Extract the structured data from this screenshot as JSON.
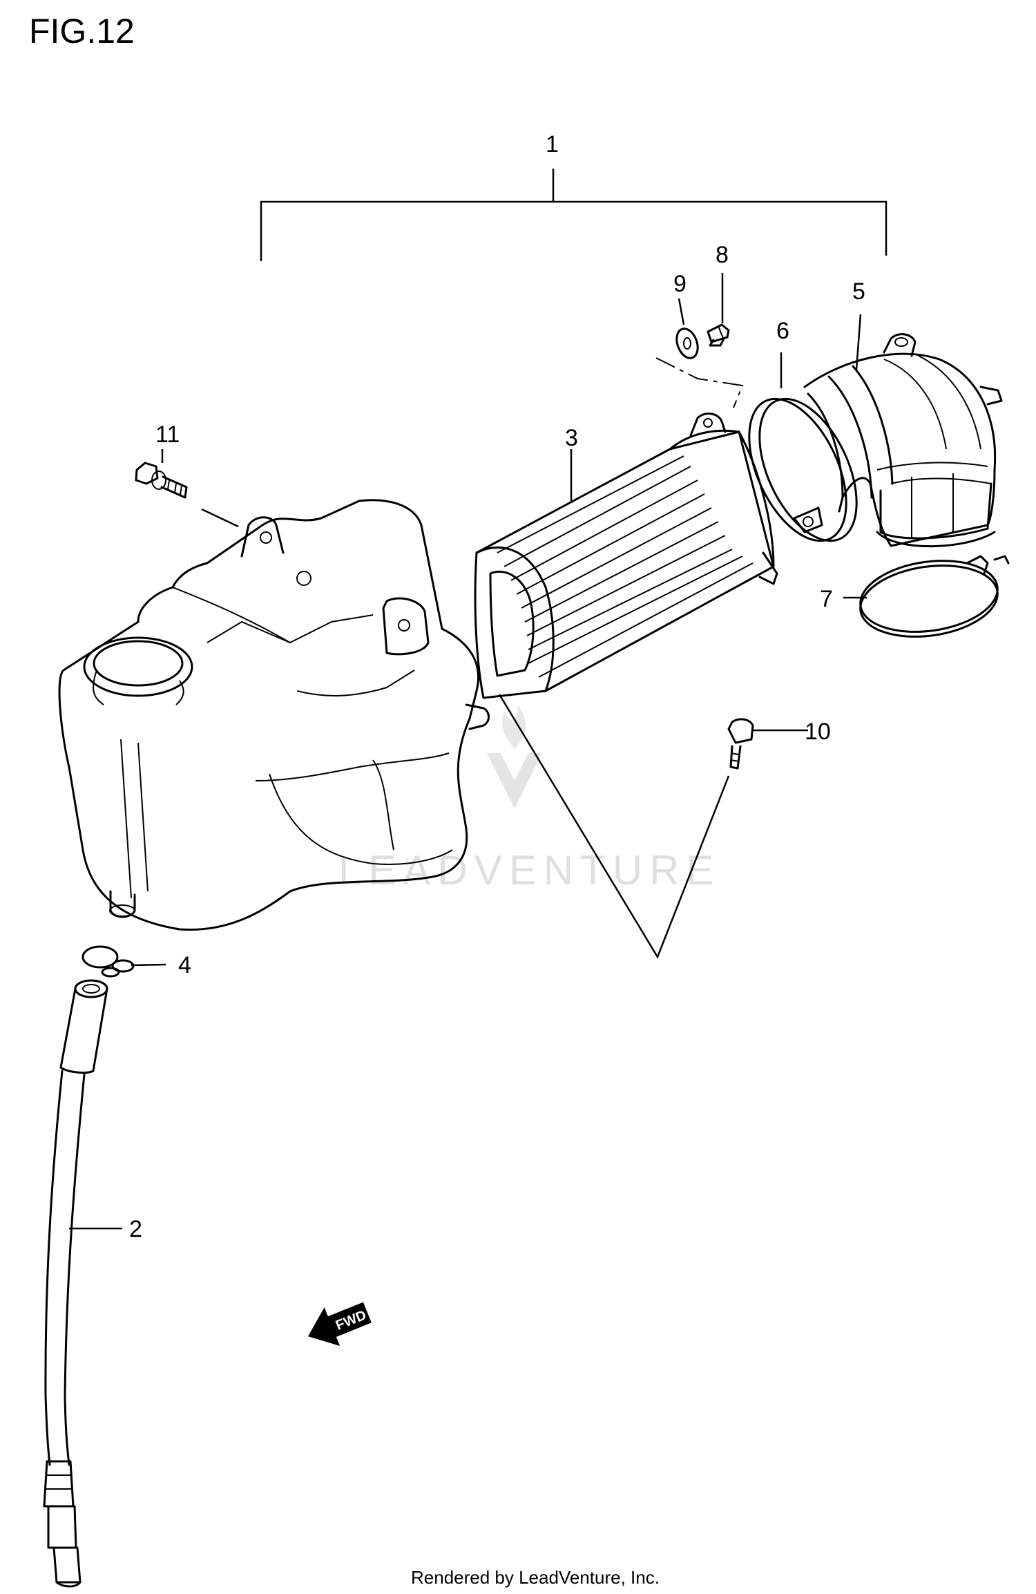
{
  "figure_title": "FIG.12",
  "footer_text": "Rendered by LeadVenture, Inc.",
  "watermark_text": "LEADVENTURE",
  "fwd_label": "FWD",
  "part_labels": [
    "1",
    "2",
    "3",
    "4",
    "5",
    "6",
    "7",
    "8",
    "9",
    "10",
    "11"
  ],
  "colors": {
    "ink": "#000000",
    "background": "#ffffff",
    "watermark": "#dcdcdc"
  }
}
